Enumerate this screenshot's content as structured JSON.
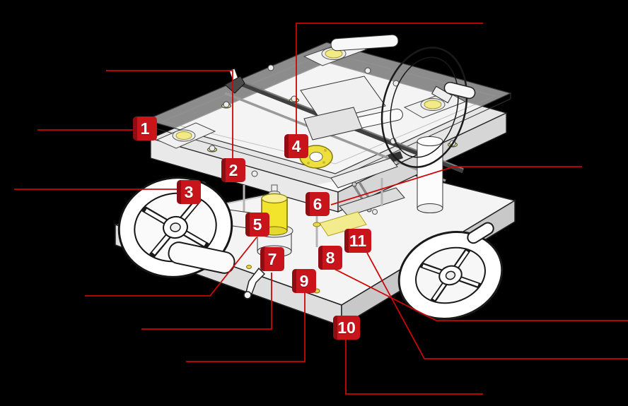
{
  "diagram": {
    "background": "#000000",
    "accent_red": "#c8151c",
    "leader_red": "#cc0707",
    "part_yellow": "#f2e42c",
    "callouts": [
      {
        "number": "1",
        "label": ""
      },
      {
        "number": "2",
        "label": ""
      },
      {
        "number": "3",
        "label": ""
      },
      {
        "number": "4",
        "label": ""
      },
      {
        "number": "5",
        "label": ""
      },
      {
        "number": "6",
        "label": ""
      },
      {
        "number": "7",
        "label": ""
      },
      {
        "number": "8",
        "label": ""
      },
      {
        "number": "9",
        "label": ""
      },
      {
        "number": "10",
        "label": ""
      },
      {
        "number": "11",
        "label": ""
      }
    ]
  }
}
